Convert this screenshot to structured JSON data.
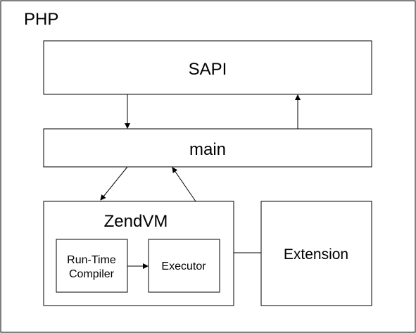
{
  "diagram": {
    "outer_label": "PHP",
    "nodes": {
      "sapi": {
        "label": "SAPI"
      },
      "main": {
        "label": "main"
      },
      "zendvm": {
        "label": "ZendVM"
      },
      "compiler": {
        "label_line1": "Run-Time",
        "label_line2": "Compiler"
      },
      "executor": {
        "label": "Executor"
      },
      "extension": {
        "label": "Extension"
      }
    },
    "edges": [
      {
        "from": "sapi",
        "to": "main",
        "type": "arrow"
      },
      {
        "from": "main",
        "to": "sapi",
        "type": "arrow"
      },
      {
        "from": "main",
        "to": "zendvm",
        "type": "arrow"
      },
      {
        "from": "zendvm",
        "to": "main",
        "type": "arrow"
      },
      {
        "from": "compiler",
        "to": "executor",
        "type": "arrow"
      },
      {
        "from": "zendvm",
        "to": "extension",
        "type": "line"
      }
    ],
    "colors": {
      "stroke": "#000000",
      "fill": "#ffffff",
      "text": "#000000"
    }
  }
}
